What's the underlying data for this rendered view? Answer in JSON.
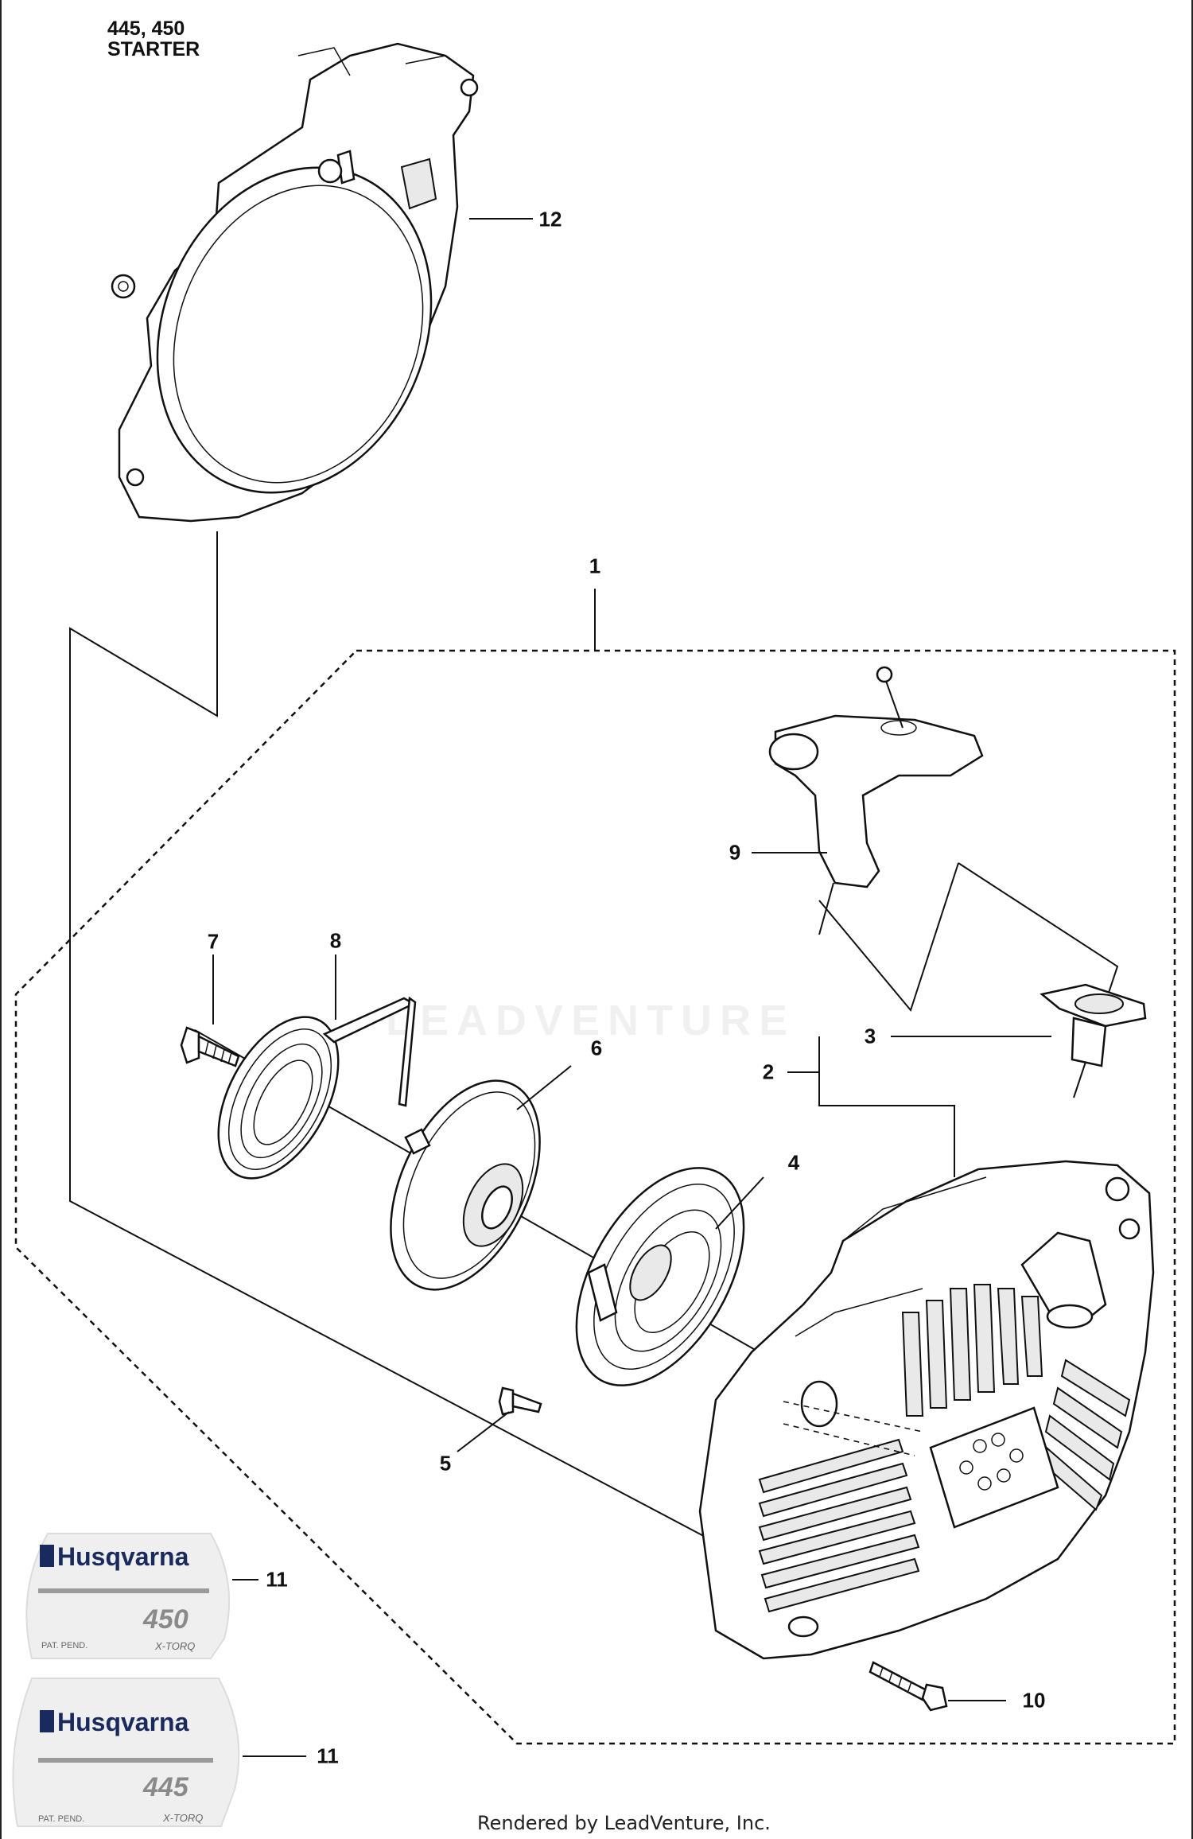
{
  "header": {
    "model_line": "445, 450",
    "section": "STARTER"
  },
  "callouts": [
    "12",
    "1",
    "9",
    "7",
    "8",
    "6",
    "3",
    "2",
    "4",
    "5",
    "11",
    "11",
    "10"
  ],
  "decals": [
    {
      "brand": "Husqvarna",
      "model": "450",
      "pat": "PAT. PEND.",
      "series": "X-TORQ"
    },
    {
      "brand": "Husqvarna",
      "model": "445",
      "pat": "PAT. PEND.",
      "series": "X-TORQ"
    }
  ],
  "watermark": "LEADVENTURE",
  "footer": "Rendered by LeadVenture, Inc."
}
